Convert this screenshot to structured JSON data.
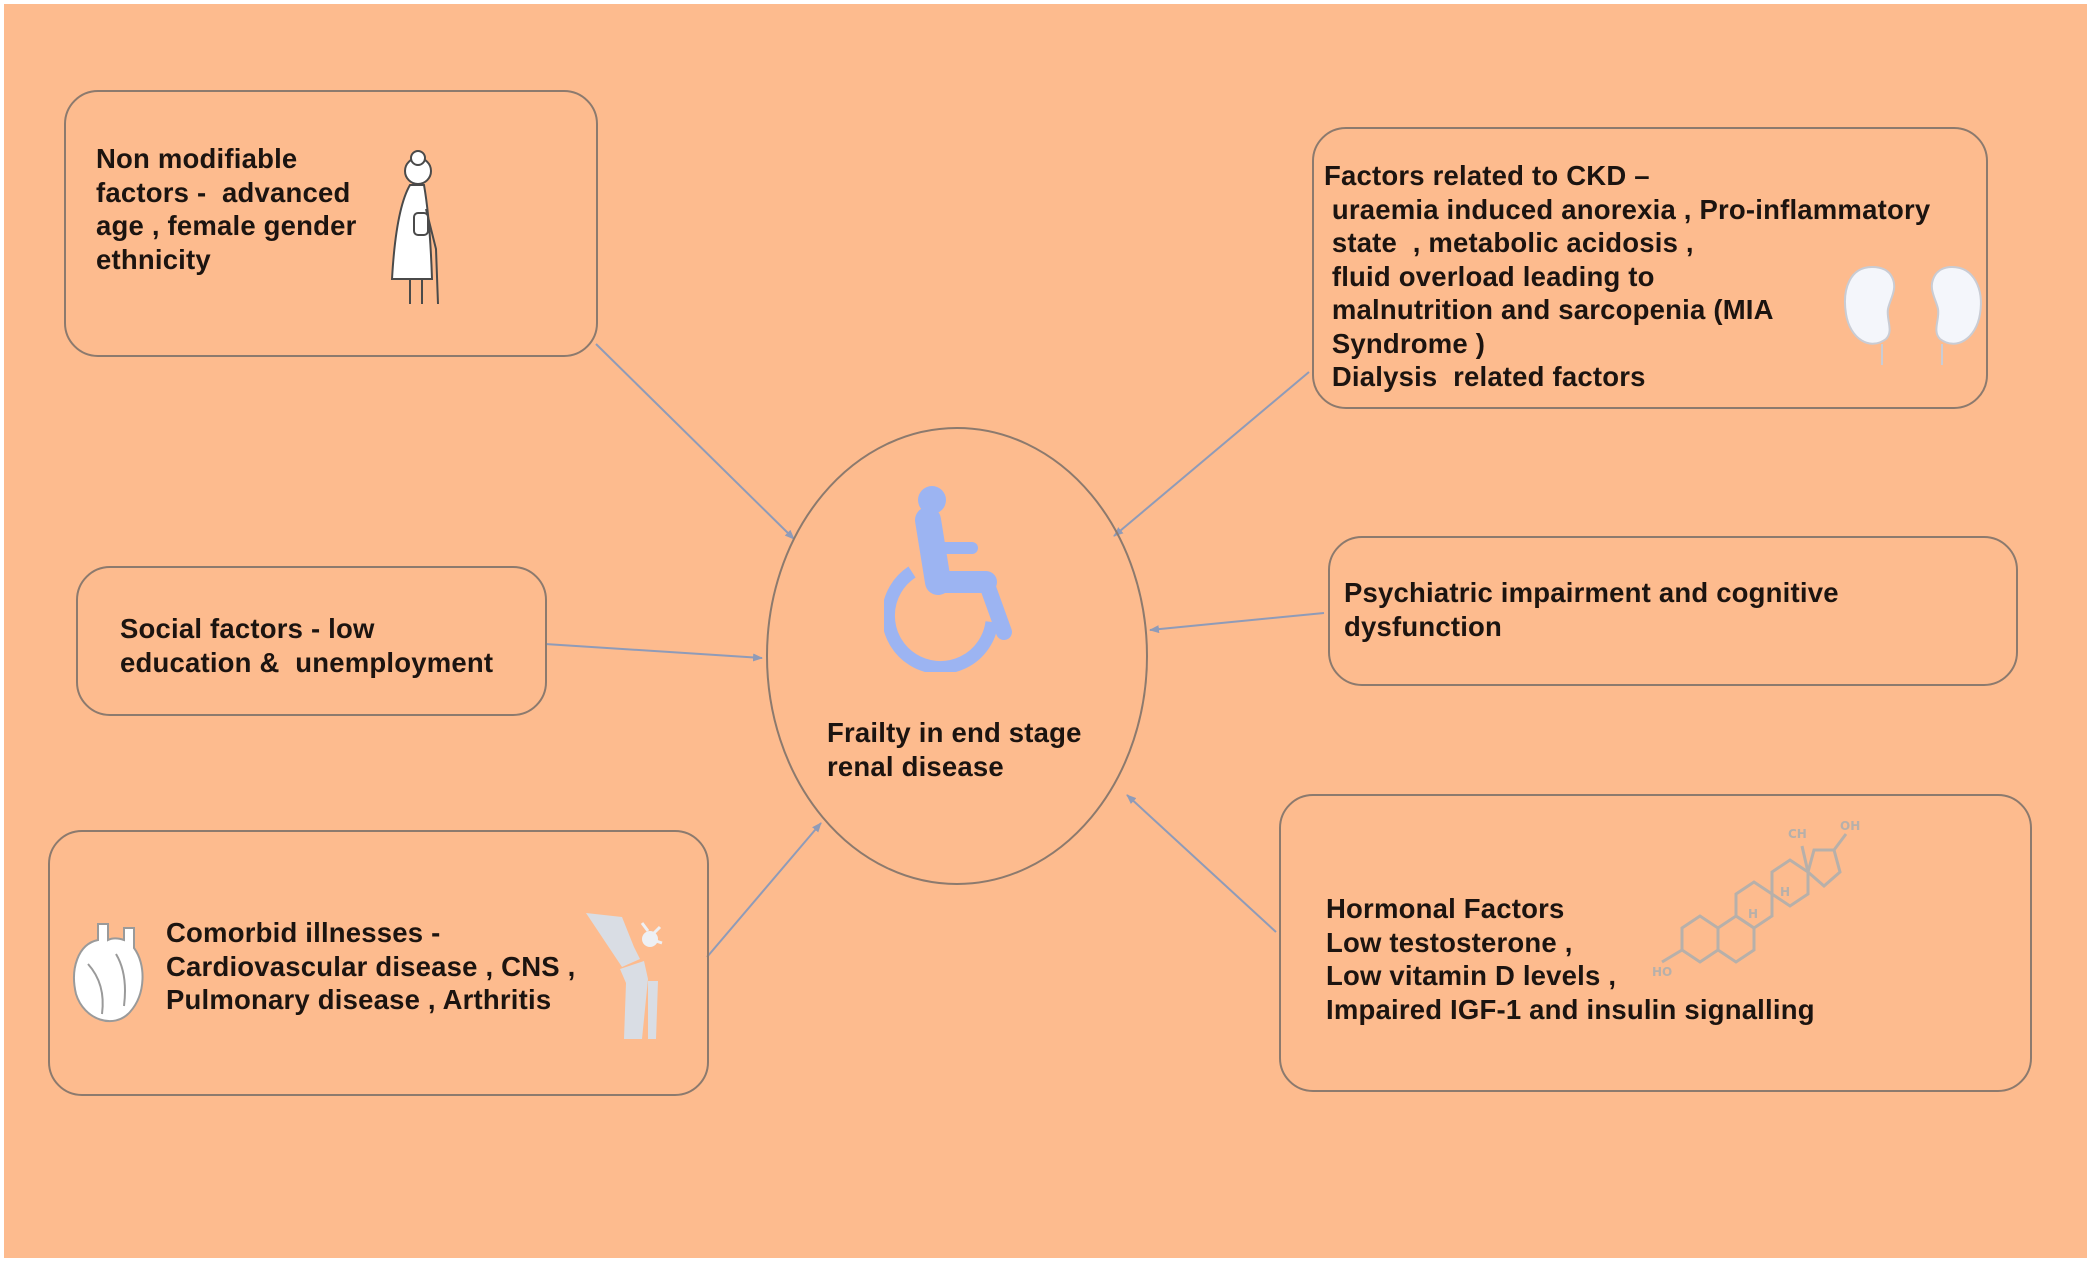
{
  "colors": {
    "background": "#FDBB8E",
    "border": "#8c7a6e",
    "arrow": "#8f9bb8",
    "wheelchair": "#9CB4F2",
    "text": "#1c1410"
  },
  "center": {
    "label": "Frailty in end stage\nrenal disease",
    "icon": "wheelchair-icon"
  },
  "factors": {
    "non_modifiable": {
      "text": "Non modifiable\nfactors -  advanced\nage , female gender\nethnicity",
      "icon": "elderly-woman-icon"
    },
    "ckd": {
      "text": "Factors related to CKD –\n uraemia induced anorexia , Pro-inflammatory\n state  , metabolic acidosis ,\n fluid overload leading to\n malnutrition and sarcopenia (MIA\n Syndrome )\n Dialysis  related factors",
      "icon": "kidneys-icon"
    },
    "social": {
      "text": "Social factors - low\neducation &  unemployment"
    },
    "psychiatric": {
      "text": "Psychiatric impairment and cognitive\ndysfunction"
    },
    "comorbid": {
      "text": "Comorbid illnesses -\nCardiovascular disease , CNS ,\nPulmonary disease , Arthritis",
      "icons": [
        "heart-icon",
        "knee-joint-icon"
      ]
    },
    "hormonal": {
      "text": "Hormonal Factors\nLow testosterone ,\nLow vitamin D levels ,\nImpaired IGF-1 and insulin signalling",
      "icon": "steroid-molecule-icon"
    }
  }
}
